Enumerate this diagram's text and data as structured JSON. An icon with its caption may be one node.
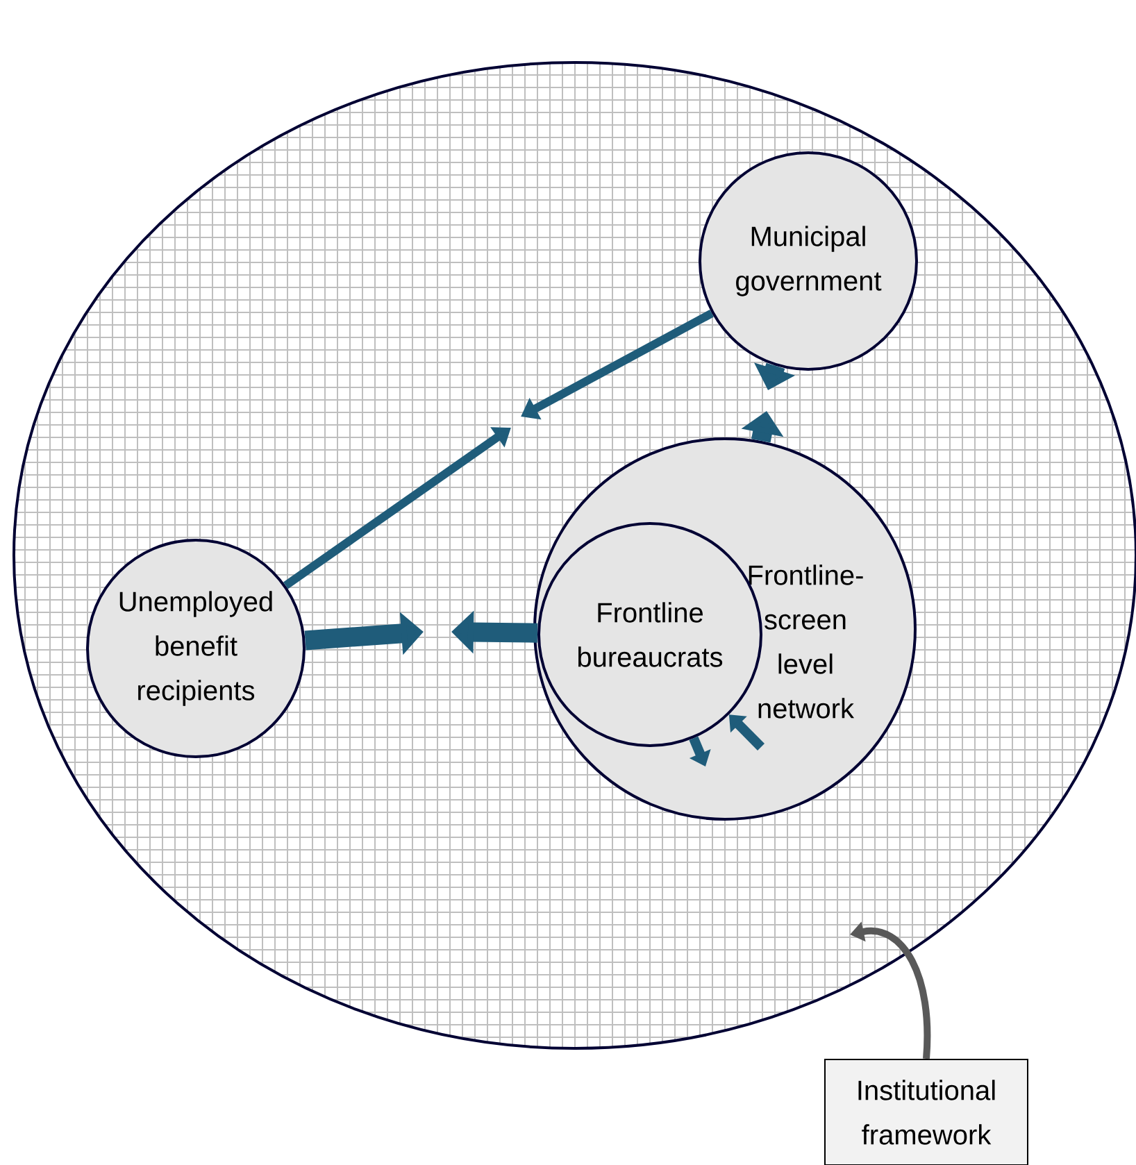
{
  "diagram": {
    "nodes": [
      {
        "text": [],
        "shape": "ellipse"
      },
      {
        "text": [
          "Municipal government"
        ],
        "in": 0
      },
      {
        "text": [
          "Frontline-screen level network"
        ],
        "in": 0
      },
      {
        "text": [
          "Frontline bureaucrats"
        ],
        "in": 2
      },
      {
        "text": [
          "Unemployed benefit recipients"
        ],
        "in": 0
      },
      {
        "text": [
          "Institutional framework"
        ]
      }
    ],
    "edges": [
      {
        "from": 4,
        "to": null,
        "arrow": "to"
      },
      {
        "from": 1,
        "to": null,
        "arrow": "to"
      },
      {
        "from": 1,
        "to": null,
        "arrow": "to",
        "style": "thick"
      },
      {
        "from": 2,
        "to": null,
        "arrow": "to",
        "style": "thick"
      },
      {
        "from": 4,
        "to": null,
        "arrow": "to",
        "style": "thick"
      },
      {
        "from": 3,
        "to": null,
        "arrow": "to",
        "style": "thick"
      },
      {
        "from": 3,
        "to": null,
        "arrow": "to"
      },
      {
        "from": null,
        "to": 3,
        "arrow": "to"
      },
      {
        "from": 5,
        "to": 0,
        "arrow": "to",
        "color": "#595959"
      }
    ]
  }
}
